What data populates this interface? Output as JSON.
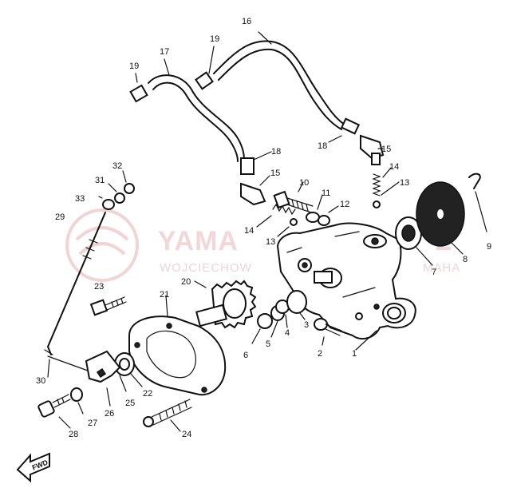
{
  "labels": {
    "l1": "1",
    "l2": "2",
    "l3": "3",
    "l4": "4",
    "l5": "5",
    "l6": "6",
    "l7": "7",
    "l8": "8",
    "l9": "9",
    "l10": "10",
    "l11": "11",
    "l12": "12",
    "l13a": "13",
    "l13b": "13",
    "l14a": "14",
    "l14b": "14",
    "l15a": "15",
    "l15b": "15",
    "l16": "16",
    "l17": "17",
    "l18a": "18",
    "l18b": "18",
    "l19a": "19",
    "l19b": "19",
    "l20": "20",
    "l21": "21",
    "l22": "22",
    "l23": "23",
    "l24": "24",
    "l25": "25",
    "l26": "26",
    "l27": "27",
    "l28": "28",
    "l29": "29",
    "l30": "30",
    "l31": "31",
    "l32": "32",
    "l33": "33"
  },
  "watermark": {
    "brand": "YAMA",
    "brand_tail": "L",
    "sub": "WOJCIECHOW",
    "sub_tail": "MAHA"
  },
  "fwd_label": "FWD"
}
